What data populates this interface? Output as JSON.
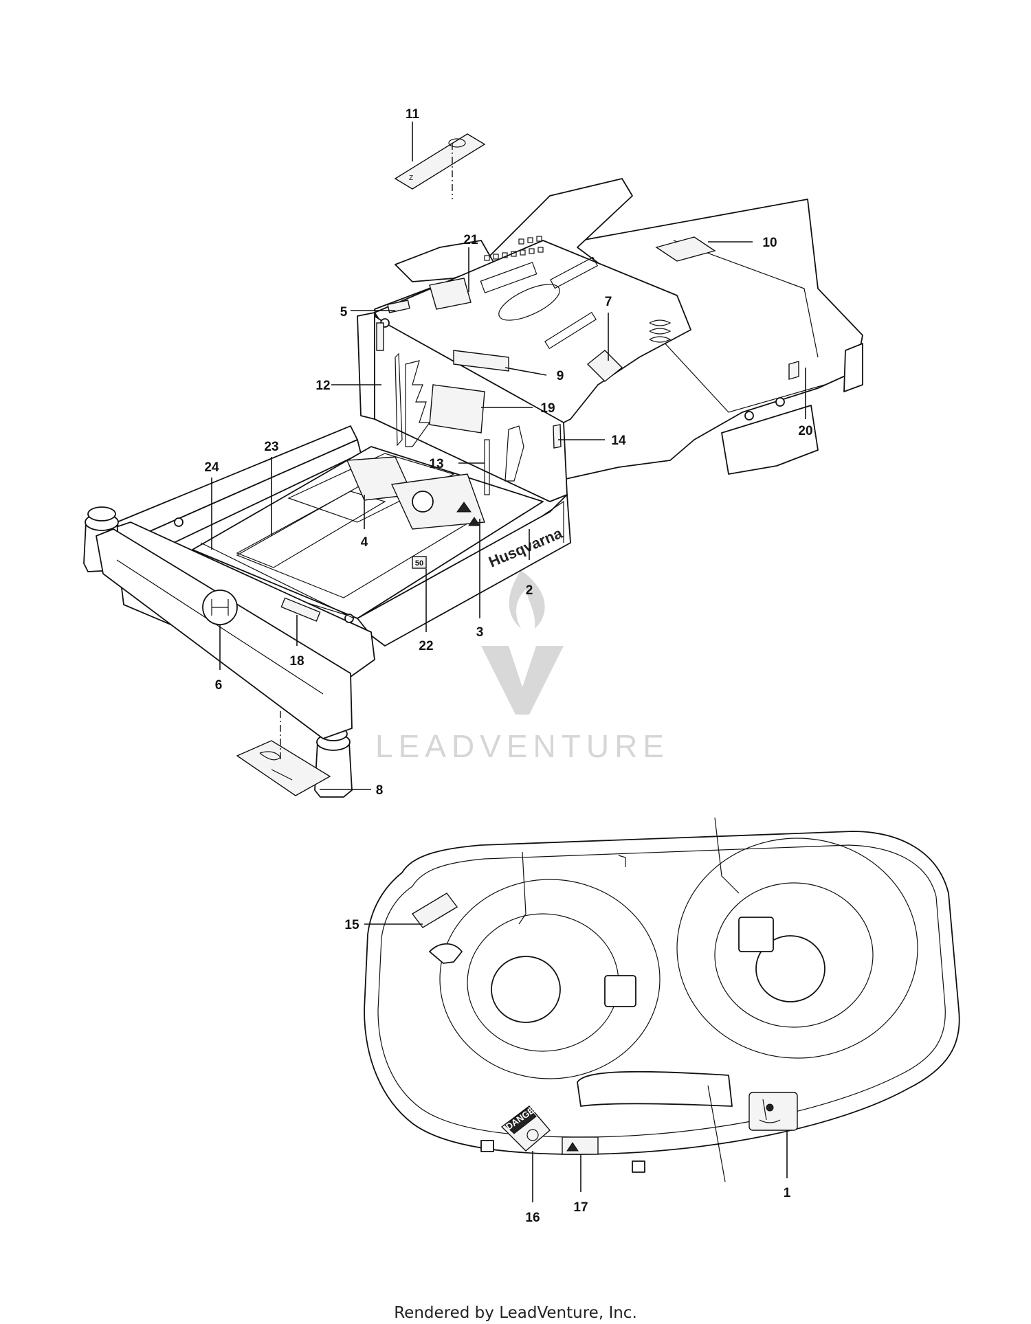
{
  "diagram": {
    "callouts": [
      "1",
      "2",
      "3",
      "4",
      "5",
      "6",
      "7",
      "8",
      "9",
      "10",
      "11",
      "12",
      "13",
      "14",
      "15",
      "16",
      "17",
      "18",
      "19",
      "20",
      "21",
      "22",
      "23",
      "24"
    ],
    "brand_text": "Husqvarna",
    "badge_number": "50",
    "danger_label": "DANGER"
  },
  "watermark": {
    "text": "LEADVENTURE"
  },
  "footer": {
    "text": "Rendered by LeadVenture, Inc."
  }
}
